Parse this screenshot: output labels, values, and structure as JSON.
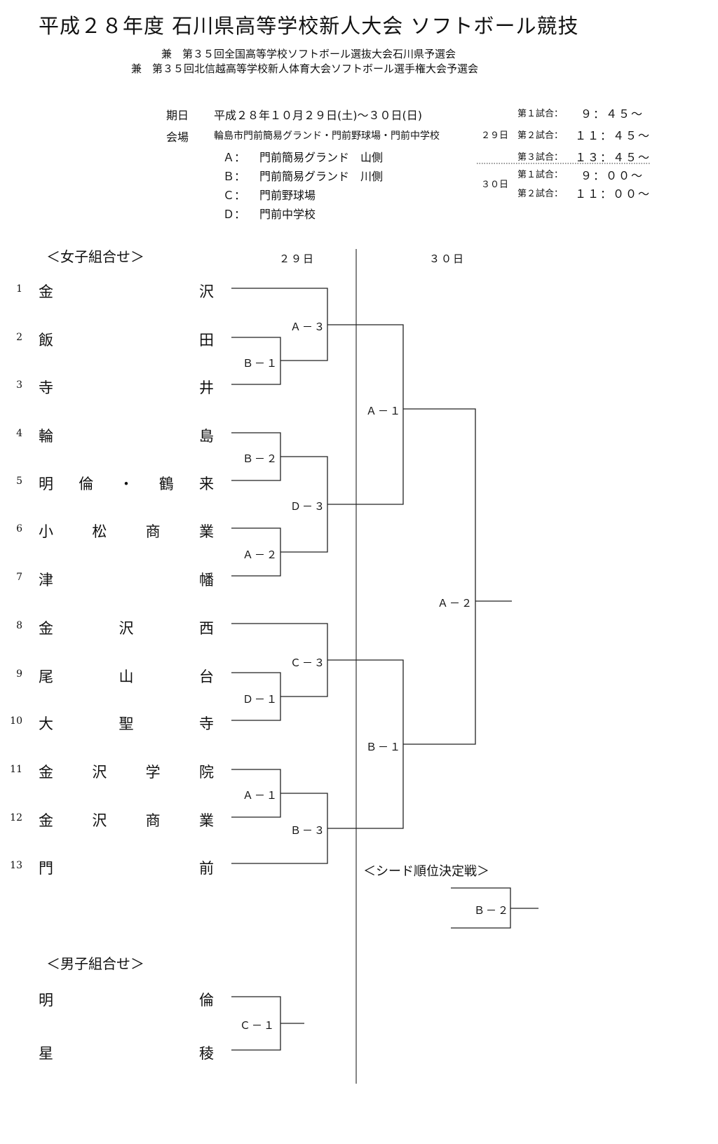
{
  "header": {
    "title": "平成２８年度 石川県高等学校新人大会 ソフトボール競技",
    "subtitle1": "兼　第３５回全国高等学校ソフトボール選抜大会石川県予選会",
    "subtitle2": "兼　第３５回北信越高等学校新人体育大会ソフトボール選手権大会予選会"
  },
  "info": {
    "date_label": "期日",
    "date_value": "平成２８年１０月２９日(土)～３０日(日)",
    "venue_label": "会場",
    "venue_value": "輪島市門前簡易グランド・門前野球場・門前中学校",
    "venues": [
      {
        "code": "Ａ：",
        "name": "門前簡易グランド　山側"
      },
      {
        "code": "Ｂ：",
        "name": "門前簡易グランド　川側"
      },
      {
        "code": "Ｃ：",
        "name": "門前野球場"
      },
      {
        "code": "Ｄ：",
        "name": "門前中学校"
      }
    ]
  },
  "schedule": {
    "day1_label": "２９日",
    "day1": [
      {
        "game": "第１試合：",
        "time": "９：４５～"
      },
      {
        "game": "第２試合：",
        "time": "１１：４５～"
      },
      {
        "game": "第３試合：",
        "time": "１３：４５～"
      }
    ],
    "day2_label": "３０日",
    "day2": [
      {
        "game": "第１試合：",
        "time": "９：００～"
      },
      {
        "game": "第２試合：",
        "time": "１１：００～"
      }
    ]
  },
  "girls": {
    "heading": "＜女子組合せ＞",
    "day1": "２９日",
    "day2": "３０日",
    "teams": [
      {
        "num": "1",
        "chars": [
          "金",
          "沢"
        ]
      },
      {
        "num": "2",
        "chars": [
          "飯",
          "田"
        ]
      },
      {
        "num": "3",
        "chars": [
          "寺",
          "井"
        ]
      },
      {
        "num": "4",
        "chars": [
          "輪",
          "島"
        ]
      },
      {
        "num": "5",
        "chars": [
          "明",
          "倫",
          "・",
          "鶴",
          "来"
        ]
      },
      {
        "num": "6",
        "chars": [
          "小",
          "松",
          "商",
          "業"
        ]
      },
      {
        "num": "7",
        "chars": [
          "津",
          "幡"
        ]
      },
      {
        "num": "8",
        "chars": [
          "金",
          "沢",
          "西"
        ]
      },
      {
        "num": "9",
        "chars": [
          "尾",
          "山",
          "台"
        ]
      },
      {
        "num": "10",
        "chars": [
          "大",
          "聖",
          "寺"
        ]
      },
      {
        "num": "11",
        "chars": [
          "金",
          "沢",
          "学",
          "院"
        ]
      },
      {
        "num": "12",
        "chars": [
          "金",
          "沢",
          "商",
          "業"
        ]
      },
      {
        "num": "13",
        "chars": [
          "門",
          "前"
        ]
      }
    ],
    "matches": {
      "r1_a": "Ａ－３",
      "r1_b": "Ｂ－１",
      "r1_c": "Ｂ－２",
      "r1_d": "Ｄ－３",
      "r1_e": "Ａ－２",
      "r1_f": "Ｃ－３",
      "r1_g": "Ｄ－１",
      "r1_h": "Ａ－１",
      "r1_i": "Ｂ－３",
      "r2_a": "Ａ－１",
      "r2_b": "Ｂ－１",
      "final": "Ａ－２"
    },
    "seed_heading": "＜シード順位決定戦＞",
    "seed_match": "Ｂ－２"
  },
  "boys": {
    "heading": "＜男子組合せ＞",
    "teams": [
      {
        "chars": [
          "明",
          "倫"
        ]
      },
      {
        "chars": [
          "星",
          "稜"
        ]
      }
    ],
    "match": "Ｃ－１"
  }
}
